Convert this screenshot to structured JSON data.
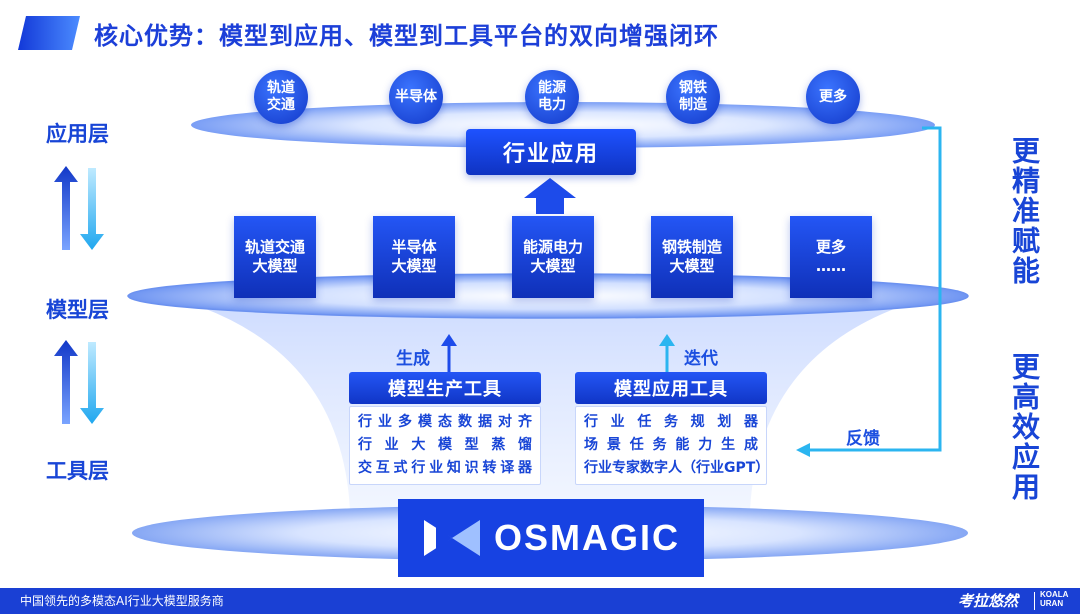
{
  "header": {
    "title": "核心优势：模型到应用、模型到工具平台的双向增强闭环"
  },
  "layers": {
    "application": "应用层",
    "model": "模型层",
    "tool": "工具层"
  },
  "industries": [
    "轨道\n交通",
    "半导体",
    "能源\n电力",
    "钢铁\n制造",
    "更多"
  ],
  "industry_app": "行业应用",
  "models": [
    "轨道交通\n大模型",
    "半导体\n大模型",
    "能源电力\n大模型",
    "钢铁制造\n大模型",
    "更多\n……"
  ],
  "tools": {
    "production": {
      "title": "模型生产工具",
      "arrow_label": "生成",
      "lines": [
        "行业多模态数据对齐",
        "行业大模型蒸馏",
        "交互式行业知识转译器"
      ]
    },
    "application": {
      "title": "模型应用工具",
      "arrow_label": "迭代",
      "lines": [
        "行业任务规划器",
        "场景任务能力生成",
        "行业专家数字人（行业GPT）"
      ]
    }
  },
  "feedback_label": "反馈",
  "side": {
    "top": "更精准赋能",
    "bottom": "更高效应用"
  },
  "platform": {
    "logo_icon": "osmagic-logo-icon",
    "name": "OSMAGIC"
  },
  "footer": {
    "tagline": "中国领先的多模态AI行业大模型服务商",
    "brand": "考拉悠然",
    "brand_en": "KOALA\nURAN"
  },
  "colors": {
    "primary": "#1845d6",
    "accent": "#2bb5f0",
    "footer": "#1a40d4"
  }
}
